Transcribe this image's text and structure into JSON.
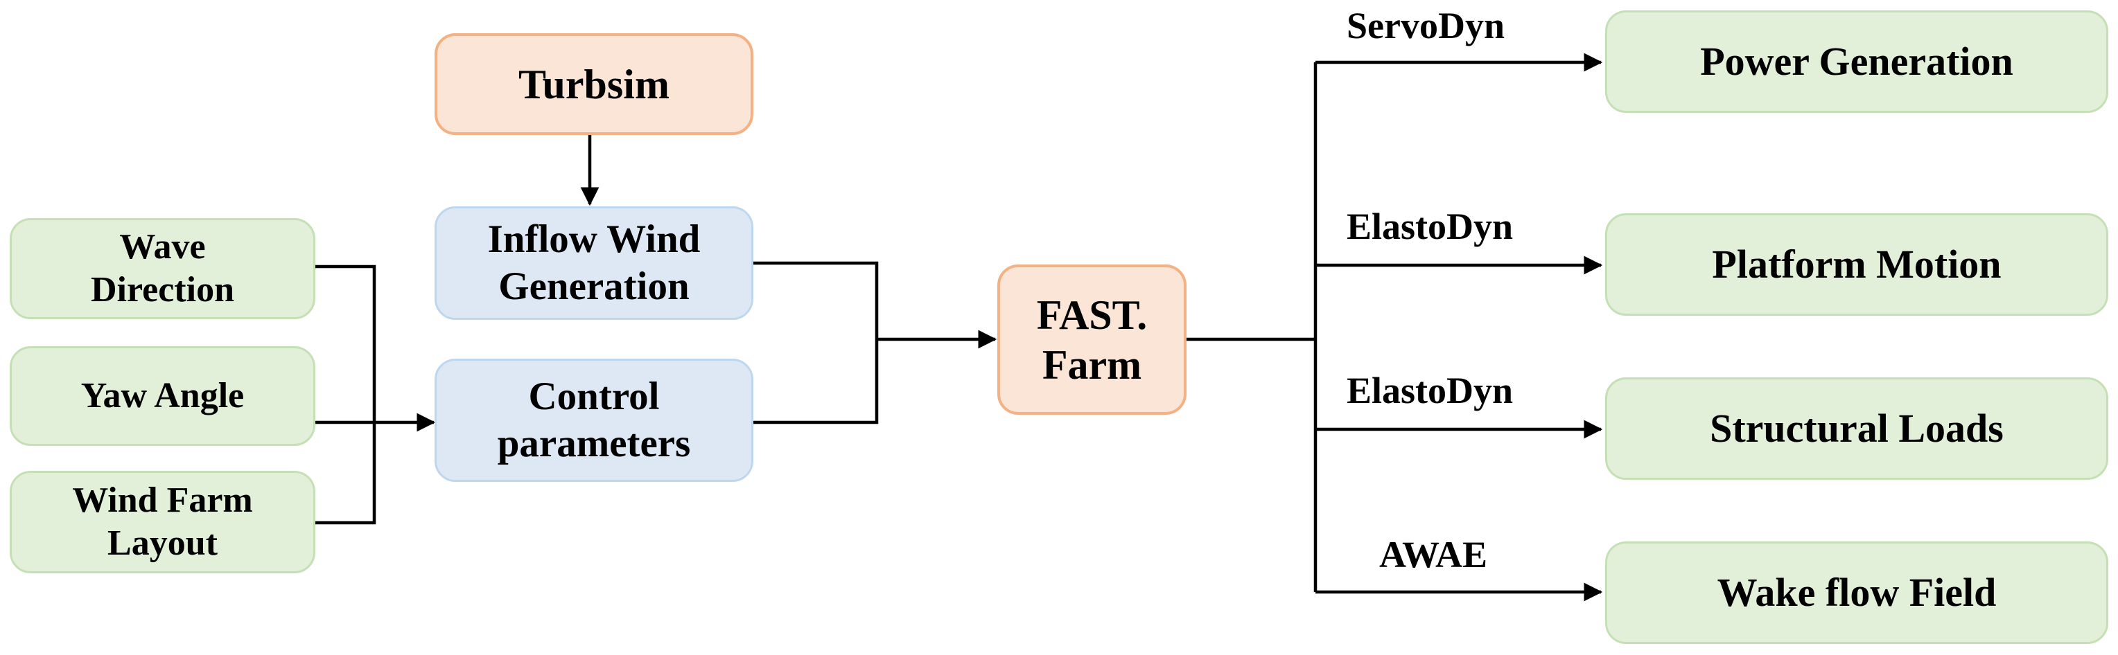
{
  "colors": {
    "input_fill": "#e2efd9",
    "input_border": "#c5e0b4",
    "process_fill": "#dee8f5",
    "process_border": "#bdd7ee",
    "tool_fill": "#fbe5d6",
    "tool_border": "#f4b183",
    "arrow": "#000000"
  },
  "inputs": {
    "wave_direction": "Wave\nDirection",
    "yaw_angle": "Yaw Angle",
    "wind_farm_layout": "Wind Farm\nLayout"
  },
  "generators": {
    "turbsim": "Turbsim",
    "inflow_wind_generation": "Inflow Wind\nGeneration",
    "control_parameters": "Control\nparameters"
  },
  "simulator": {
    "fast_farm": "FAST.\nFarm"
  },
  "modules": {
    "servodyn": "ServoDyn",
    "elastodyn_1": "ElastoDyn",
    "elastodyn_2": "ElastoDyn",
    "awae": "AWAE"
  },
  "outputs": {
    "power_generation": "Power Generation",
    "platform_motion": "Platform Motion",
    "structural_loads": "Structural Loads",
    "wake_flow_field": "Wake flow Field"
  }
}
